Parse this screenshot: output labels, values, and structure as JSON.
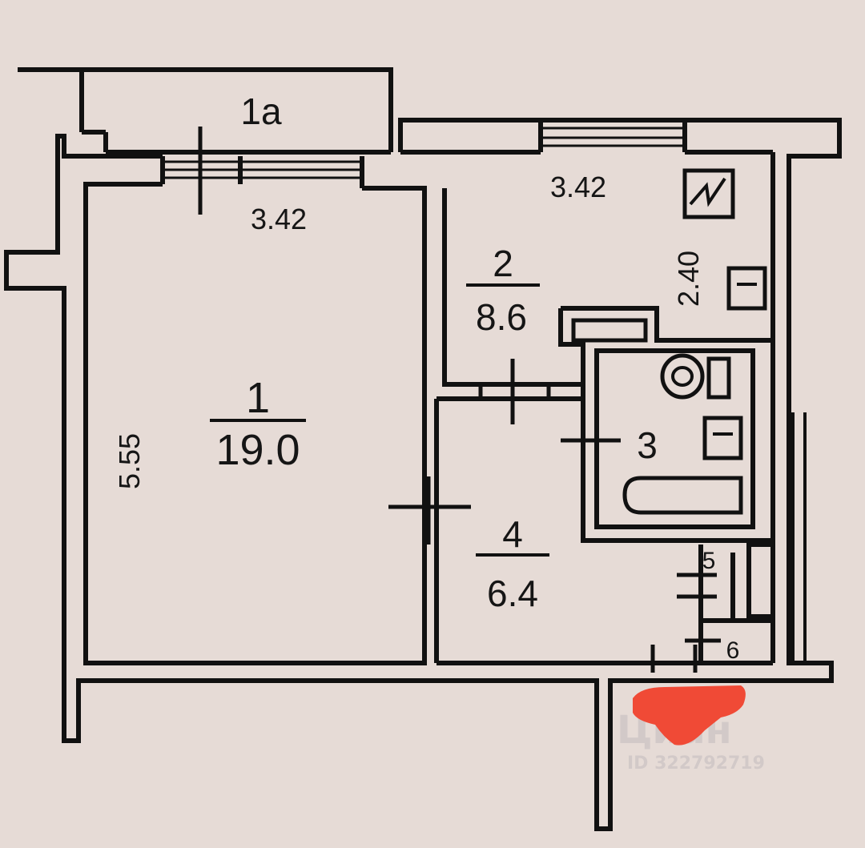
{
  "rooms": [
    {
      "number": "1",
      "area": "19.0"
    },
    {
      "number": "2",
      "area": "8.6"
    },
    {
      "number": "3"
    },
    {
      "number": "4",
      "area": "6.4"
    },
    {
      "number": "5"
    },
    {
      "number": "6"
    },
    {
      "number": "1a"
    }
  ],
  "dimensions": {
    "room1_width": "3.42",
    "room1_length": "5.55",
    "room2_width": "3.42",
    "room2_length": "2.40"
  },
  "watermark": {
    "brand": "Циан",
    "id": "ID 322792719"
  },
  "colors": {
    "background": "#e6dbd6",
    "walls": "#111111",
    "redaction": "#f04a36"
  }
}
